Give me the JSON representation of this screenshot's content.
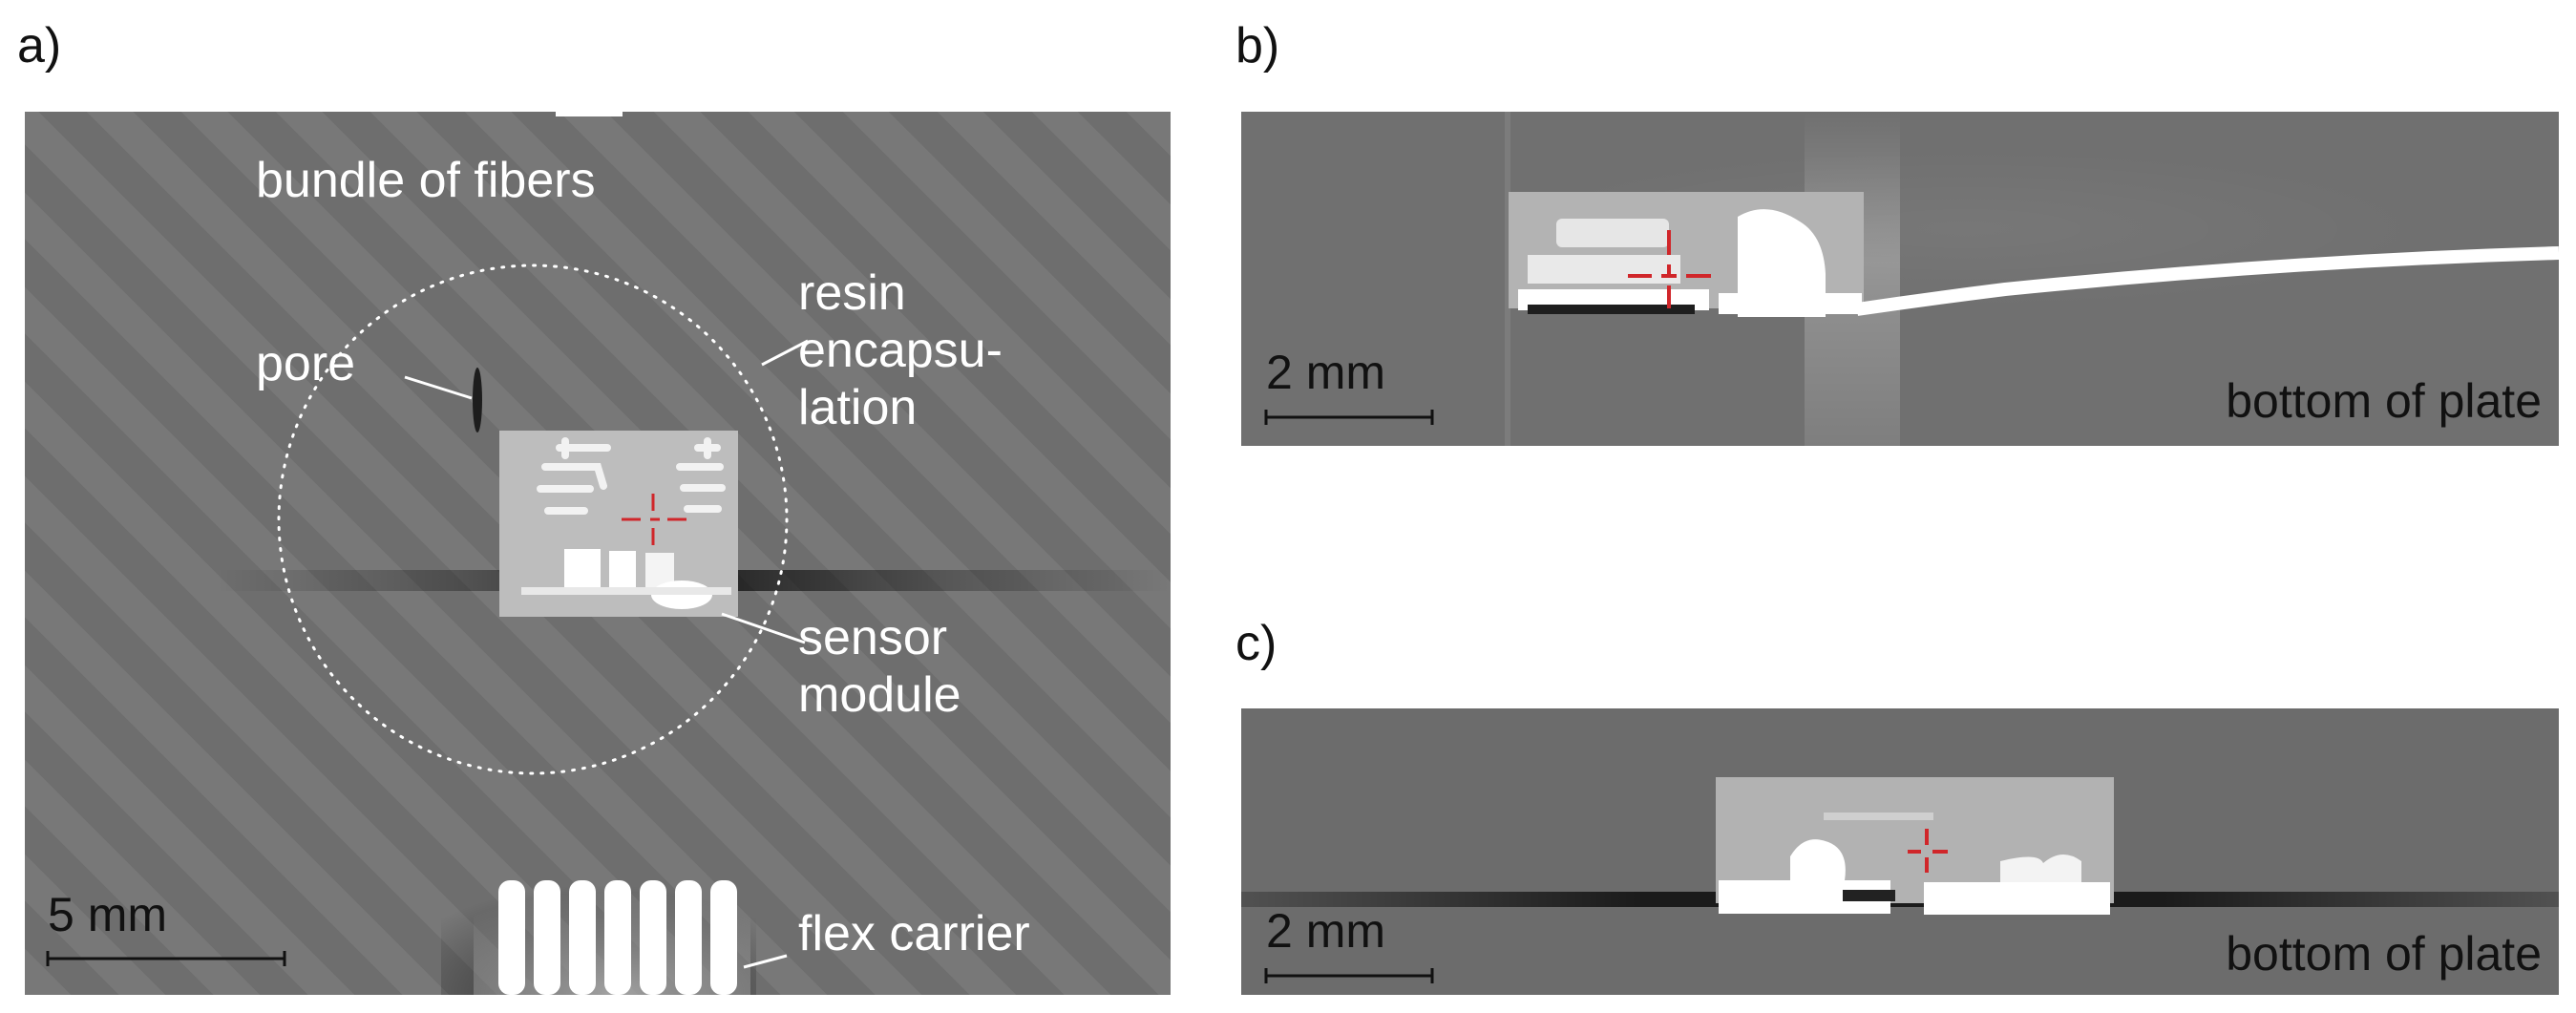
{
  "panels": {
    "a": {
      "letter": "a)",
      "labels": {
        "bundle": "bundle of fibers",
        "pore": "pore",
        "resin_line1": "resin",
        "resin_line2": "encapsu-",
        "resin_line3": "lation",
        "sensor_line1": "sensor",
        "sensor_line2": "module",
        "flex": "flex carrier"
      },
      "scale_bar": "5 mm"
    },
    "b": {
      "letter": "b)",
      "scale_bar": "2 mm",
      "caption": "bottom of plate"
    },
    "c": {
      "letter": "c)",
      "scale_bar": "2 mm",
      "caption": "bottom of plate"
    }
  },
  "colors": {
    "crosshair": "#d0262a",
    "background_gray": "#727272",
    "label_white": "#ffffff",
    "label_dark": "#111111"
  }
}
